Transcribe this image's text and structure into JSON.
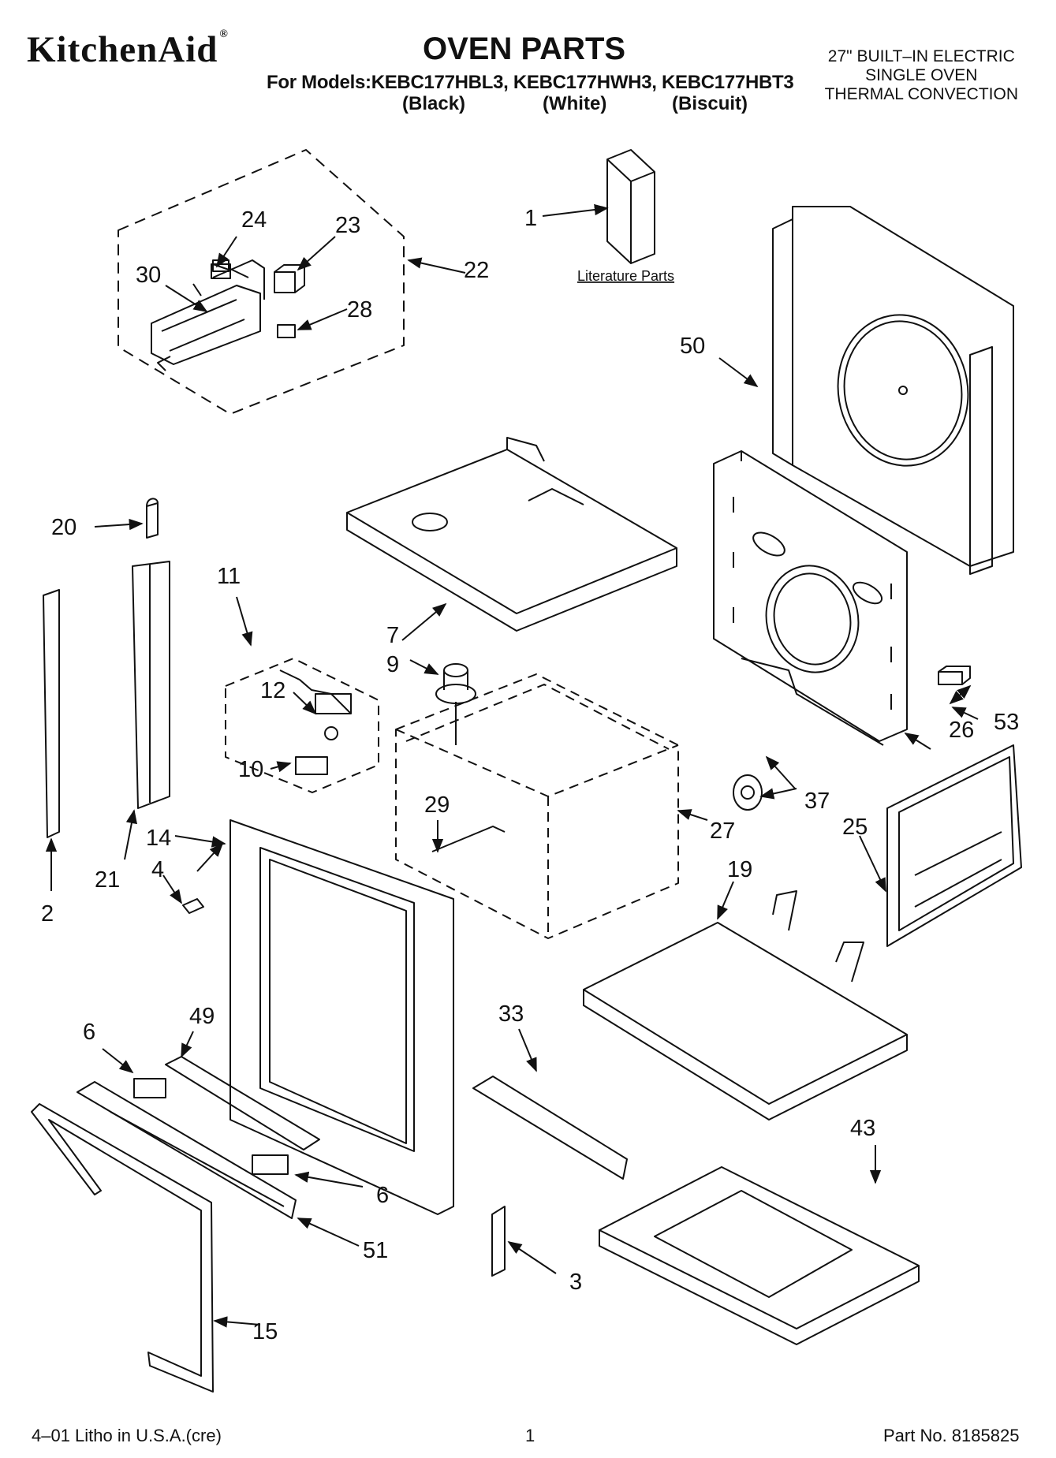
{
  "header": {
    "brand": "KitchenAid",
    "brand_mark": "®",
    "title": "OVEN PARTS",
    "models_line": "For Models:KEBC177HBL3, KEBC177HWH3, KEBC177HBT3",
    "colors": [
      "(Black)",
      "(White)",
      "(Biscuit)"
    ],
    "description": [
      "27\" BUILT–IN ELECTRIC",
      "SINGLE OVEN",
      "THERMAL CONVECTION"
    ]
  },
  "diagram": {
    "literature_label": "Literature Parts",
    "callouts": [
      "1",
      "2",
      "3",
      "4",
      "6",
      "6",
      "7",
      "9",
      "10",
      "11",
      "12",
      "14",
      "15",
      "19",
      "20",
      "21",
      "22",
      "23",
      "24",
      "25",
      "26",
      "27",
      "28",
      "29",
      "30",
      "33",
      "37",
      "43",
      "49",
      "50",
      "51",
      "53"
    ]
  },
  "footer": {
    "litho": "4–01 Litho in U.S.A.(cre)",
    "page": "1",
    "part_no": "Part No. 8185825"
  }
}
